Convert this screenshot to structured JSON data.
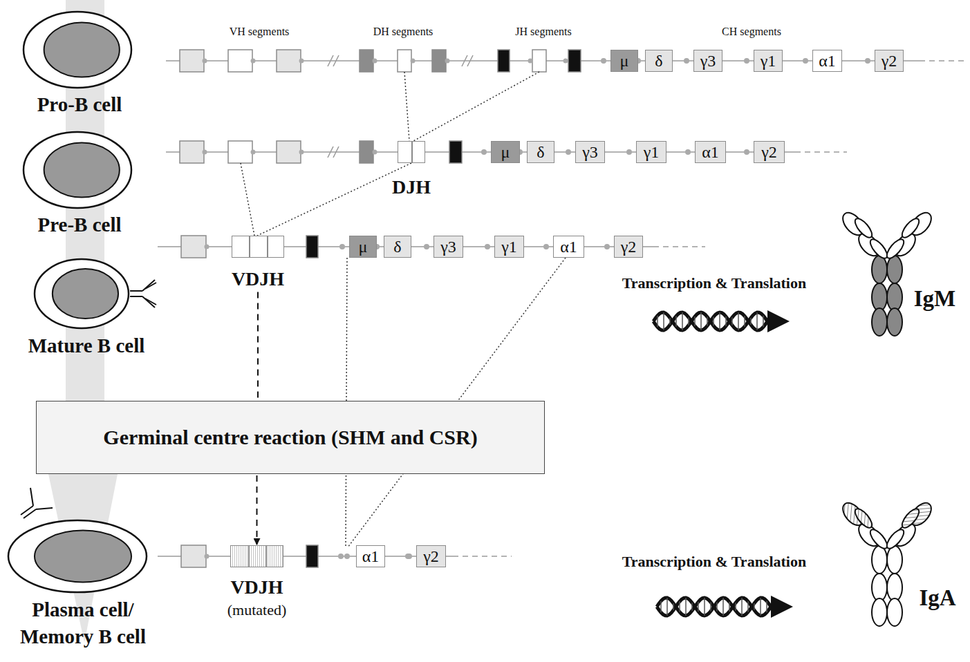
{
  "diagram": {
    "nodes": [
      {
        "text": [
          "Pro-B cell"
        ]
      },
      {
        "text": [
          "Pre-B cell"
        ]
      },
      {
        "text": [
          "Mature B cell"
        ]
      },
      {
        "text": [
          "Plasma cell/ Memory B cell"
        ]
      },
      {
        "text": [
          "μ"
        ]
      },
      {
        "text": [
          "δ"
        ]
      },
      {
        "text": [
          "γ3"
        ]
      },
      {
        "text": [
          "γ1"
        ]
      },
      {
        "text": [
          "α1"
        ]
      },
      {
        "text": [
          "γ2"
        ]
      },
      {
        "text": [
          "DJH"
        ]
      },
      {
        "text": [
          "μ"
        ]
      },
      {
        "text": [
          "δ"
        ]
      },
      {
        "text": [
          "γ3"
        ]
      },
      {
        "text": [
          "γ1"
        ]
      },
      {
        "text": [
          "α1"
        ]
      },
      {
        "text": [
          "γ2"
        ]
      },
      {
        "text": [
          "VDJH"
        ]
      },
      {
        "text": [
          "μ"
        ]
      },
      {
        "text": [
          "δ"
        ]
      },
      {
        "text": [
          "γ3"
        ]
      },
      {
        "text": [
          "γ1"
        ]
      },
      {
        "text": [
          "α1"
        ]
      },
      {
        "text": [
          "γ2"
        ]
      },
      {
        "text": [
          "Germinal centre reaction (SHM and CSR)"
        ]
      },
      {
        "text": [
          "VDJH",
          "(mutated)"
        ]
      },
      {
        "text": [
          "α1"
        ]
      },
      {
        "text": [
          "γ2"
        ]
      }
    ],
    "edges": [
      {
        "from": 17,
        "to": 24,
        "arrow": "none"
      },
      {
        "from": 24,
        "to": 25,
        "arrow": "to"
      }
    ],
    "labels": [
      "VH segments",
      "DH segments",
      "JH segments",
      "CH segments",
      "Transcription & Translation",
      "IgM",
      "Transcription & Translation",
      "IgA"
    ]
  }
}
